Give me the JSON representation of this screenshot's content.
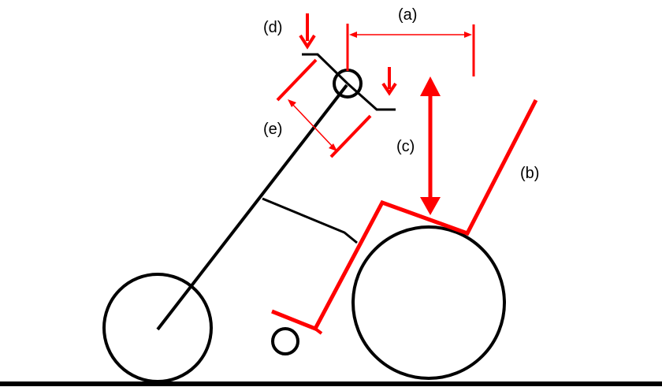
{
  "labels": {
    "a": "(a)",
    "b": "(b)",
    "c": "(c)",
    "d": "(d)",
    "e": "(e)"
  },
  "colors": {
    "structure": "#000000",
    "measurement": "#ff0000",
    "background": "#ffffff"
  }
}
